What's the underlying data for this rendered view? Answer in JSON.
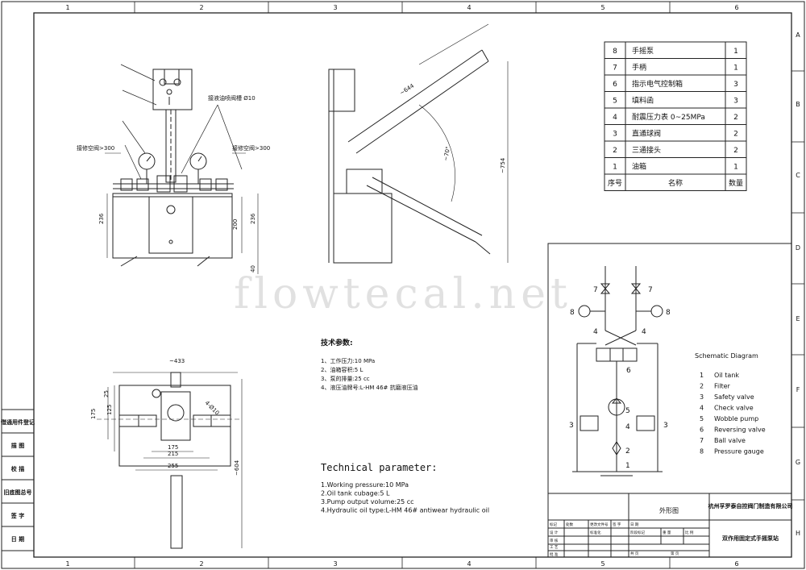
{
  "frame": {
    "columns": [
      "1",
      "2",
      "3",
      "4",
      "5",
      "6"
    ],
    "rows": [
      "A",
      "B",
      "C",
      "D",
      "E",
      "F",
      "G",
      "H"
    ]
  },
  "parts_table": {
    "rows": [
      {
        "no": "8",
        "name": "手摇泵",
        "qty": "1"
      },
      {
        "no": "7",
        "name": "手柄",
        "qty": "1"
      },
      {
        "no": "6",
        "name": "指示电气控制箱",
        "qty": "3"
      },
      {
        "no": "5",
        "name": "填料函",
        "qty": "3"
      },
      {
        "no": "4",
        "name": "耐震压力表 0~25MPa",
        "qty": "2"
      },
      {
        "no": "3",
        "name": "直通球阀",
        "qty": "2"
      },
      {
        "no": "2",
        "name": "三通接头",
        "qty": "2"
      },
      {
        "no": "1",
        "name": "油箱",
        "qty": "1"
      }
    ],
    "header": {
      "no": "序号",
      "name": "名称",
      "qty": "数量"
    }
  },
  "front_view": {
    "callout_outlet": "接液油喷阀槽 Ø10",
    "callout_left": "接修空阀>300",
    "callout_right": "接修空阀>300",
    "dim_236_left": "236",
    "dim_200": "200",
    "dim_236_right": "236",
    "dim_40": "40"
  },
  "side_view": {
    "dim_644": "~644",
    "dim_70": "~70°",
    "dim_754": "~754"
  },
  "top_view": {
    "dim_433": "~433",
    "dim_25": "25",
    "dim_175": "175",
    "dim_125": "125",
    "dim_4phi10": "4-Ø10",
    "dim_175b": "175",
    "dim_215": "215",
    "dim_255": "255",
    "dim_604": "~604"
  },
  "tech_cn": {
    "title": "技术参数:",
    "lines": [
      "1、工作压力:10 MPa",
      "2、油箱容积:5 L",
      "3、泵的排量:25 cc",
      "4、液压油牌号:L-HM 46#  抗磨液压油"
    ]
  },
  "tech_en": {
    "title": "Technical parameter:",
    "lines": [
      "1.Working pressure:10 MPa",
      "2.Oil tank cubage:5 L",
      "3.Pump output volume:25 cc",
      "4.Hydraulic oil type:L-HM 46# antiwear hydraulic oil"
    ]
  },
  "schematic": {
    "title": "Schematic Diagram",
    "legend": [
      {
        "no": "1",
        "label": "Oil tank"
      },
      {
        "no": "2",
        "label": "Filter"
      },
      {
        "no": "3",
        "label": "Safety valve"
      },
      {
        "no": "4",
        "label": "Check valve"
      },
      {
        "no": "5",
        "label": "Wobble pump"
      },
      {
        "no": "6",
        "label": "Reversing valve"
      },
      {
        "no": "7",
        "label": "Ball valve"
      },
      {
        "no": "8",
        "label": "Pressure gauge"
      }
    ],
    "labels": [
      "7",
      "7",
      "8",
      "8",
      "4",
      "4",
      "6",
      "5",
      "4",
      "3",
      "3",
      "2",
      "1"
    ]
  },
  "left_block": {
    "items": [
      "借通用件登记",
      "描 图",
      "校 描",
      "旧底图总号",
      "签 字",
      "日 期"
    ]
  },
  "title_block": {
    "drawing_name": "外形图",
    "company": "杭州孚罗泰自控阀门制造有限公司",
    "product": "双作用固定式手摇泵站",
    "small": [
      "标记",
      "处数",
      "更改文件号",
      "签 字",
      "日 期",
      "设 计",
      "标准化",
      "审 核",
      "工 艺",
      "阶段标记",
      "重 量",
      "比 例",
      "共 页",
      "第 页",
      "批 准"
    ]
  },
  "watermark": "flowtecal.net"
}
